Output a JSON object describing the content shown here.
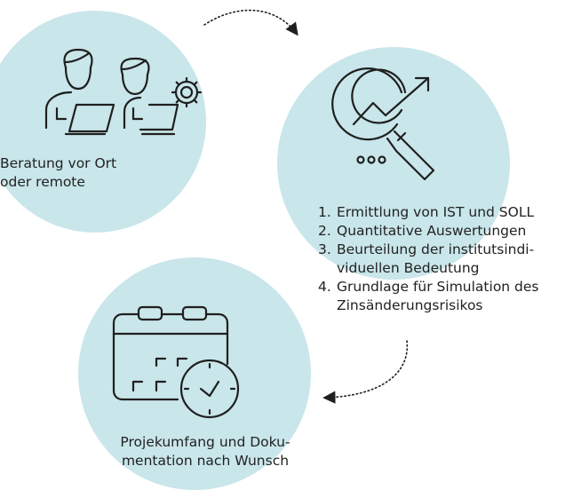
{
  "colors": {
    "circle": "#c9e6ea",
    "stroke": "#1f1f1f"
  },
  "nodes": {
    "consulting": {
      "icon": "consultants-with-laptops-and-gear-icon",
      "label_line1": "Beratung vor Ort",
      "label_line2": "oder remote"
    },
    "analysis": {
      "icon": "magnifier-trend-chart-icon",
      "steps": [
        {
          "num": "1.",
          "lines": [
            "Ermittlung von IST und SOLL"
          ]
        },
        {
          "num": "2.",
          "lines": [
            "Quantitative Auswertungen"
          ]
        },
        {
          "num": "3.",
          "lines": [
            "Beurteilung der institutsindi-",
            "viduellen Bedeutung"
          ]
        },
        {
          "num": "4.",
          "lines": [
            "Grundlage für Simulation des",
            "Zinsänderungsrisikos"
          ]
        }
      ]
    },
    "documentation": {
      "icon": "calendar-with-clock-icon",
      "label_line1": "Projekumfang und Doku-",
      "label_line2": "mentation nach Wunsch"
    }
  },
  "connectors": [
    "dotted-arrow-icon",
    "dotted-arrow-icon"
  ]
}
